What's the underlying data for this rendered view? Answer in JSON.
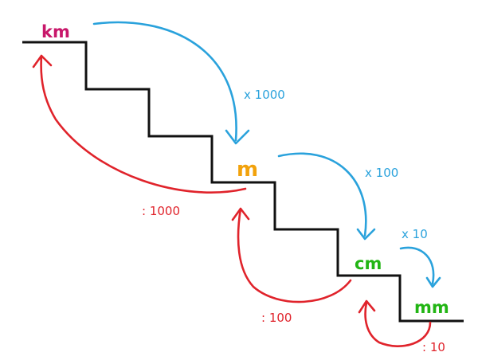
{
  "units": {
    "km": "km",
    "m": "m",
    "cm": "cm",
    "mm": "mm"
  },
  "down_factors": {
    "km_to_m": "x 1000",
    "m_to_cm": "x 100",
    "cm_to_mm": "x 10"
  },
  "up_factors": {
    "m_to_km": ": 1000",
    "cm_to_m": ": 100",
    "mm_to_cm": ": 10"
  },
  "colors": {
    "km": "#c8176a",
    "m": "#f2a20c",
    "cm": "#22b514",
    "mm": "#22b514",
    "down_arrow": "#2aa2dc",
    "up_arrow": "#e0232b",
    "stair": "#111111"
  }
}
